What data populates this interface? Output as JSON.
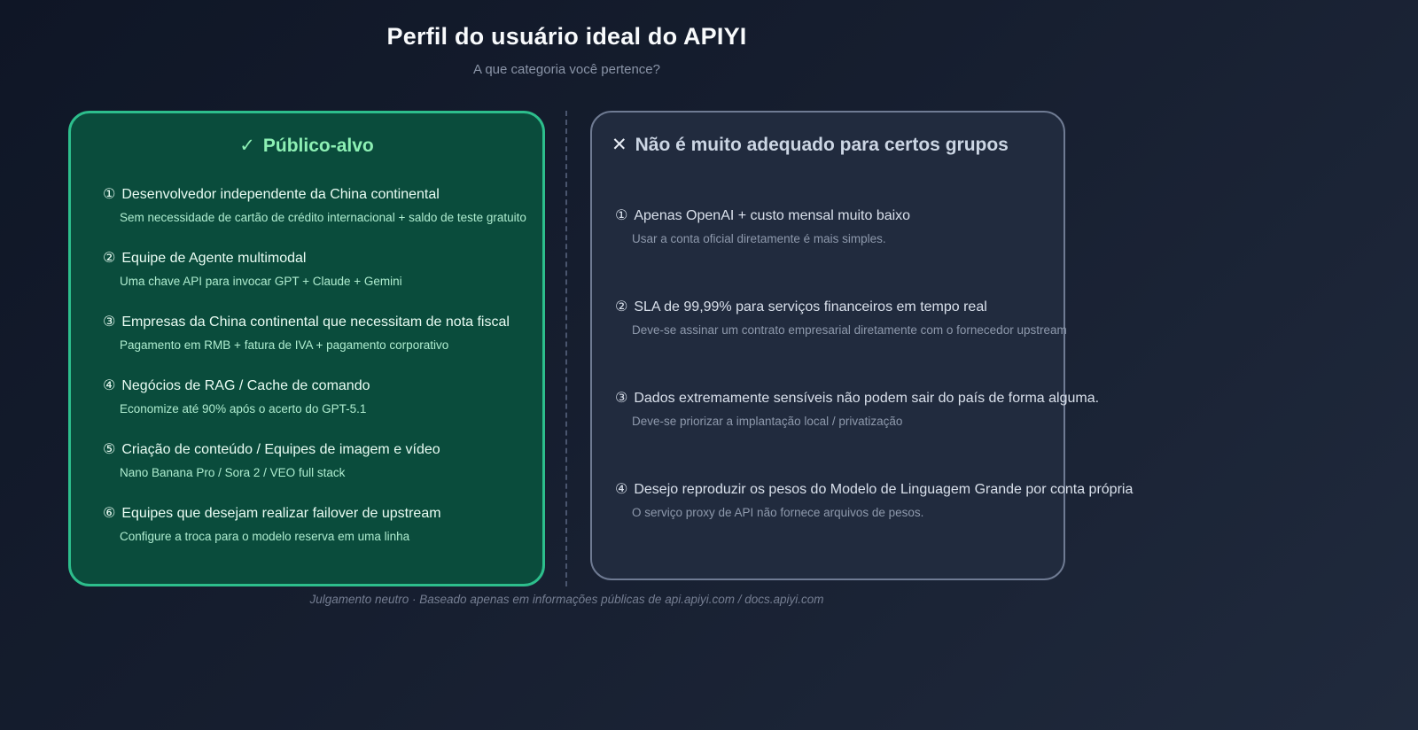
{
  "header": {
    "title": "Perfil do usuário ideal do APIYI",
    "subtitle": "A que categoria você pertence?"
  },
  "left_panel": {
    "icon": "✓",
    "title": "Público-alvo",
    "accent_color": "#2dbe8c",
    "background_color": "#0a4c3c",
    "items": [
      {
        "num": "①",
        "title": "Desenvolvedor independente da China continental",
        "desc": "Sem necessidade de cartão de crédito internacional + saldo de teste gratuito"
      },
      {
        "num": "②",
        "title": "Equipe de Agente multimodal",
        "desc": "Uma chave API para invocar GPT + Claude + Gemini"
      },
      {
        "num": "③",
        "title": "Empresas da China continental que necessitam de nota fiscal",
        "desc": "Pagamento em RMB + fatura de IVA + pagamento corporativo"
      },
      {
        "num": "④",
        "title": "Negócios de RAG / Cache de comando",
        "desc": "Economize até 90% após o acerto do GPT-5.1"
      },
      {
        "num": "⑤",
        "title": "Criação de conteúdo / Equipes de imagem e vídeo",
        "desc": "Nano Banana Pro / Sora 2 / VEO full stack"
      },
      {
        "num": "⑥",
        "title": "Equipes que desejam realizar failover de upstream",
        "desc": "Configure a troca para o modelo reserva em uma linha"
      }
    ]
  },
  "right_panel": {
    "icon": "✕",
    "title": "Não é muito adequado para certos grupos",
    "accent_color": "#6f7b93",
    "background_color": "#212b3e",
    "items": [
      {
        "num": "①",
        "title": "Apenas OpenAI + custo mensal muito baixo",
        "desc": "Usar a conta oficial diretamente é mais simples."
      },
      {
        "num": "②",
        "title": "SLA de 99,99% para serviços financeiros em tempo real",
        "desc": "Deve-se assinar um contrato empresarial diretamente com o fornecedor upstream"
      },
      {
        "num": "③",
        "title": "Dados extremamente sensíveis não podem sair do país de forma alguma.",
        "desc": "Deve-se priorizar a implantação local / privatização"
      },
      {
        "num": "④",
        "title": "Desejo reproduzir os pesos do Modelo de Linguagem Grande por conta própria",
        "desc": "O serviço proxy de API não fornece arquivos de pesos."
      }
    ]
  },
  "footer": {
    "text": "Julgamento neutro · Baseado apenas em informações públicas de api.apiyi.com / docs.apiyi.com"
  }
}
